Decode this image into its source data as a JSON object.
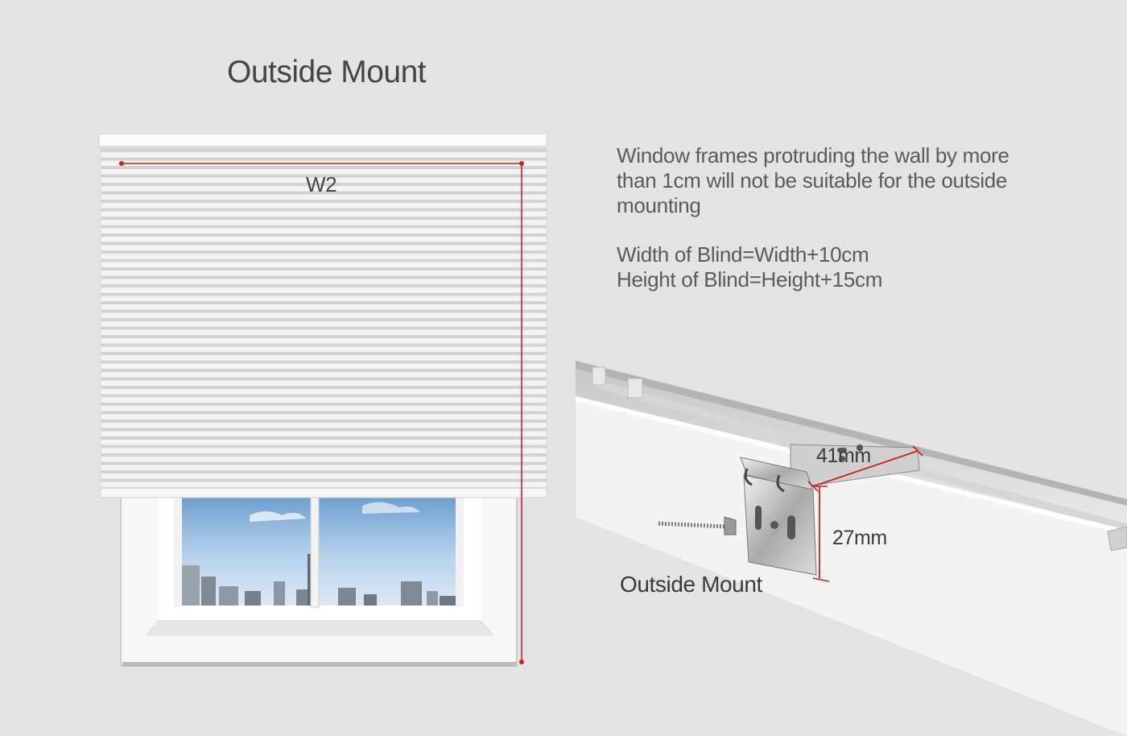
{
  "title": "Outside Mount",
  "measure": {
    "width_label": "W2"
  },
  "notes": {
    "line1": "Window frames protruding the wall by more",
    "line2": "than 1cm will not be suitable for the outside",
    "line3": "mounting",
    "width_formula": "Width of Blind=Width+10cm",
    "height_formula": "Height of Blind=Height+15cm"
  },
  "bracket": {
    "width_dim": "41mm",
    "height_dim": "27mm",
    "caption": "Outside Mount"
  },
  "colors": {
    "measure_line": "#cc1f1f",
    "background": "#e3e3e3"
  }
}
